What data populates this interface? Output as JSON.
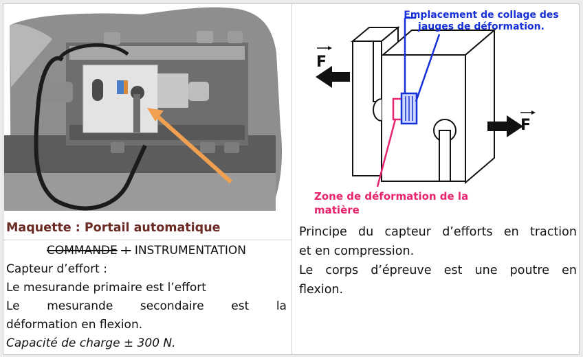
{
  "photo": {
    "caption": "Maquette : Portail automatique"
  },
  "left_text": {
    "strike_word": "COMMANDE",
    "strike_plus": "+",
    "heading_rest": "INSTRUMENTATION",
    "line1": "Capteur d’effort :",
    "line2": "Le mesurande primaire est l’effort",
    "line3_words": [
      "Le",
      "mesurande",
      "secondaire",
      "est",
      "la"
    ],
    "line4": "déformation en flexion.",
    "line5": "Capacité de charge ± 300 N."
  },
  "diagram": {
    "label_gauges_1": "Emplacement de collage des",
    "label_gauges_2": "jauges de déformation.",
    "label_zone_1": "Zone de déformation de la",
    "label_zone_2": "matière",
    "force_label": "F",
    "colors": {
      "blue": "#1430d6",
      "pink": "#e8246e"
    }
  },
  "right_text": {
    "line1_words": [
      "Principe",
      "du",
      "capteur",
      "d’efforts",
      "en",
      "traction"
    ],
    "line2": "et en compression.",
    "line3_words": [
      "Le",
      "corps",
      "d’épreuve",
      "est",
      "une",
      "poutre",
      "en"
    ],
    "line4": "flexion."
  }
}
